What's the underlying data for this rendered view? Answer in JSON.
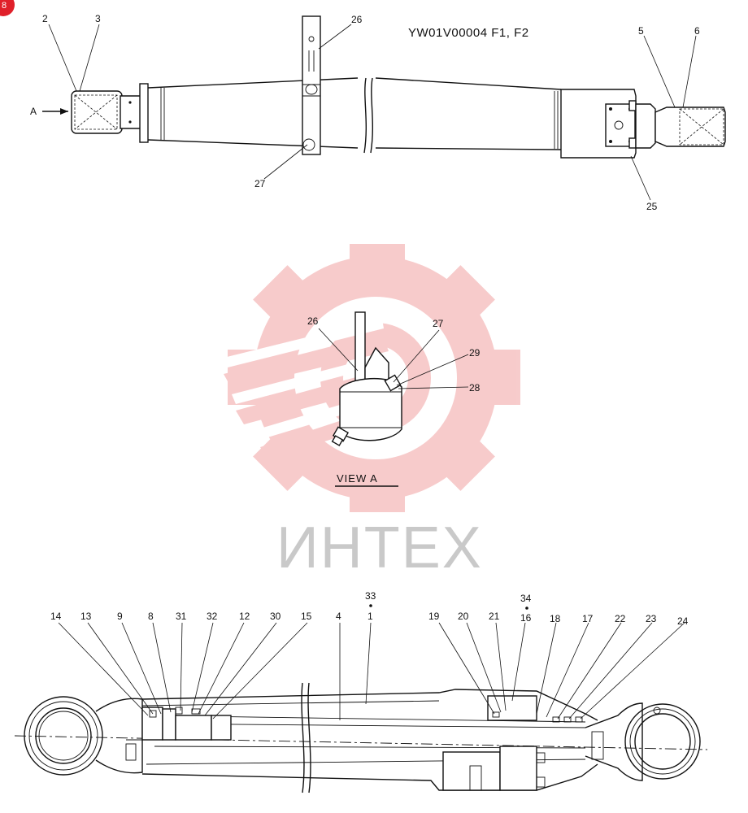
{
  "drawing_code": "YW01V00004 F1, F2",
  "view_label": "VIEW   A",
  "arrow_label": "A",
  "watermark_text": "ИНТЕХ",
  "corner_badge": "8",
  "colors": {
    "watermark": "#f2a8a8",
    "badge": "#e0202a",
    "ink": "#111111"
  },
  "top_labels": {
    "l2": "2",
    "l3": "3",
    "l26": "26",
    "l27": "27",
    "l5": "5",
    "l6": "6",
    "l25": "25"
  },
  "view_labels": {
    "l26": "26",
    "l27": "27",
    "l29": "29",
    "l28": "28"
  },
  "bottom_labels": {
    "l14": "14",
    "l13": "13",
    "l9": "9",
    "l8": "8",
    "l31": "31",
    "l32": "32",
    "l12": "12",
    "l30": "30",
    "l15": "15",
    "l4": "4",
    "l33": "33",
    "l1": "1",
    "l34": "34",
    "l16": "16",
    "l19": "19",
    "l20": "20",
    "l21": "21",
    "l18": "18",
    "l17": "17",
    "l22": "22",
    "l23": "23",
    "l24": "24"
  }
}
